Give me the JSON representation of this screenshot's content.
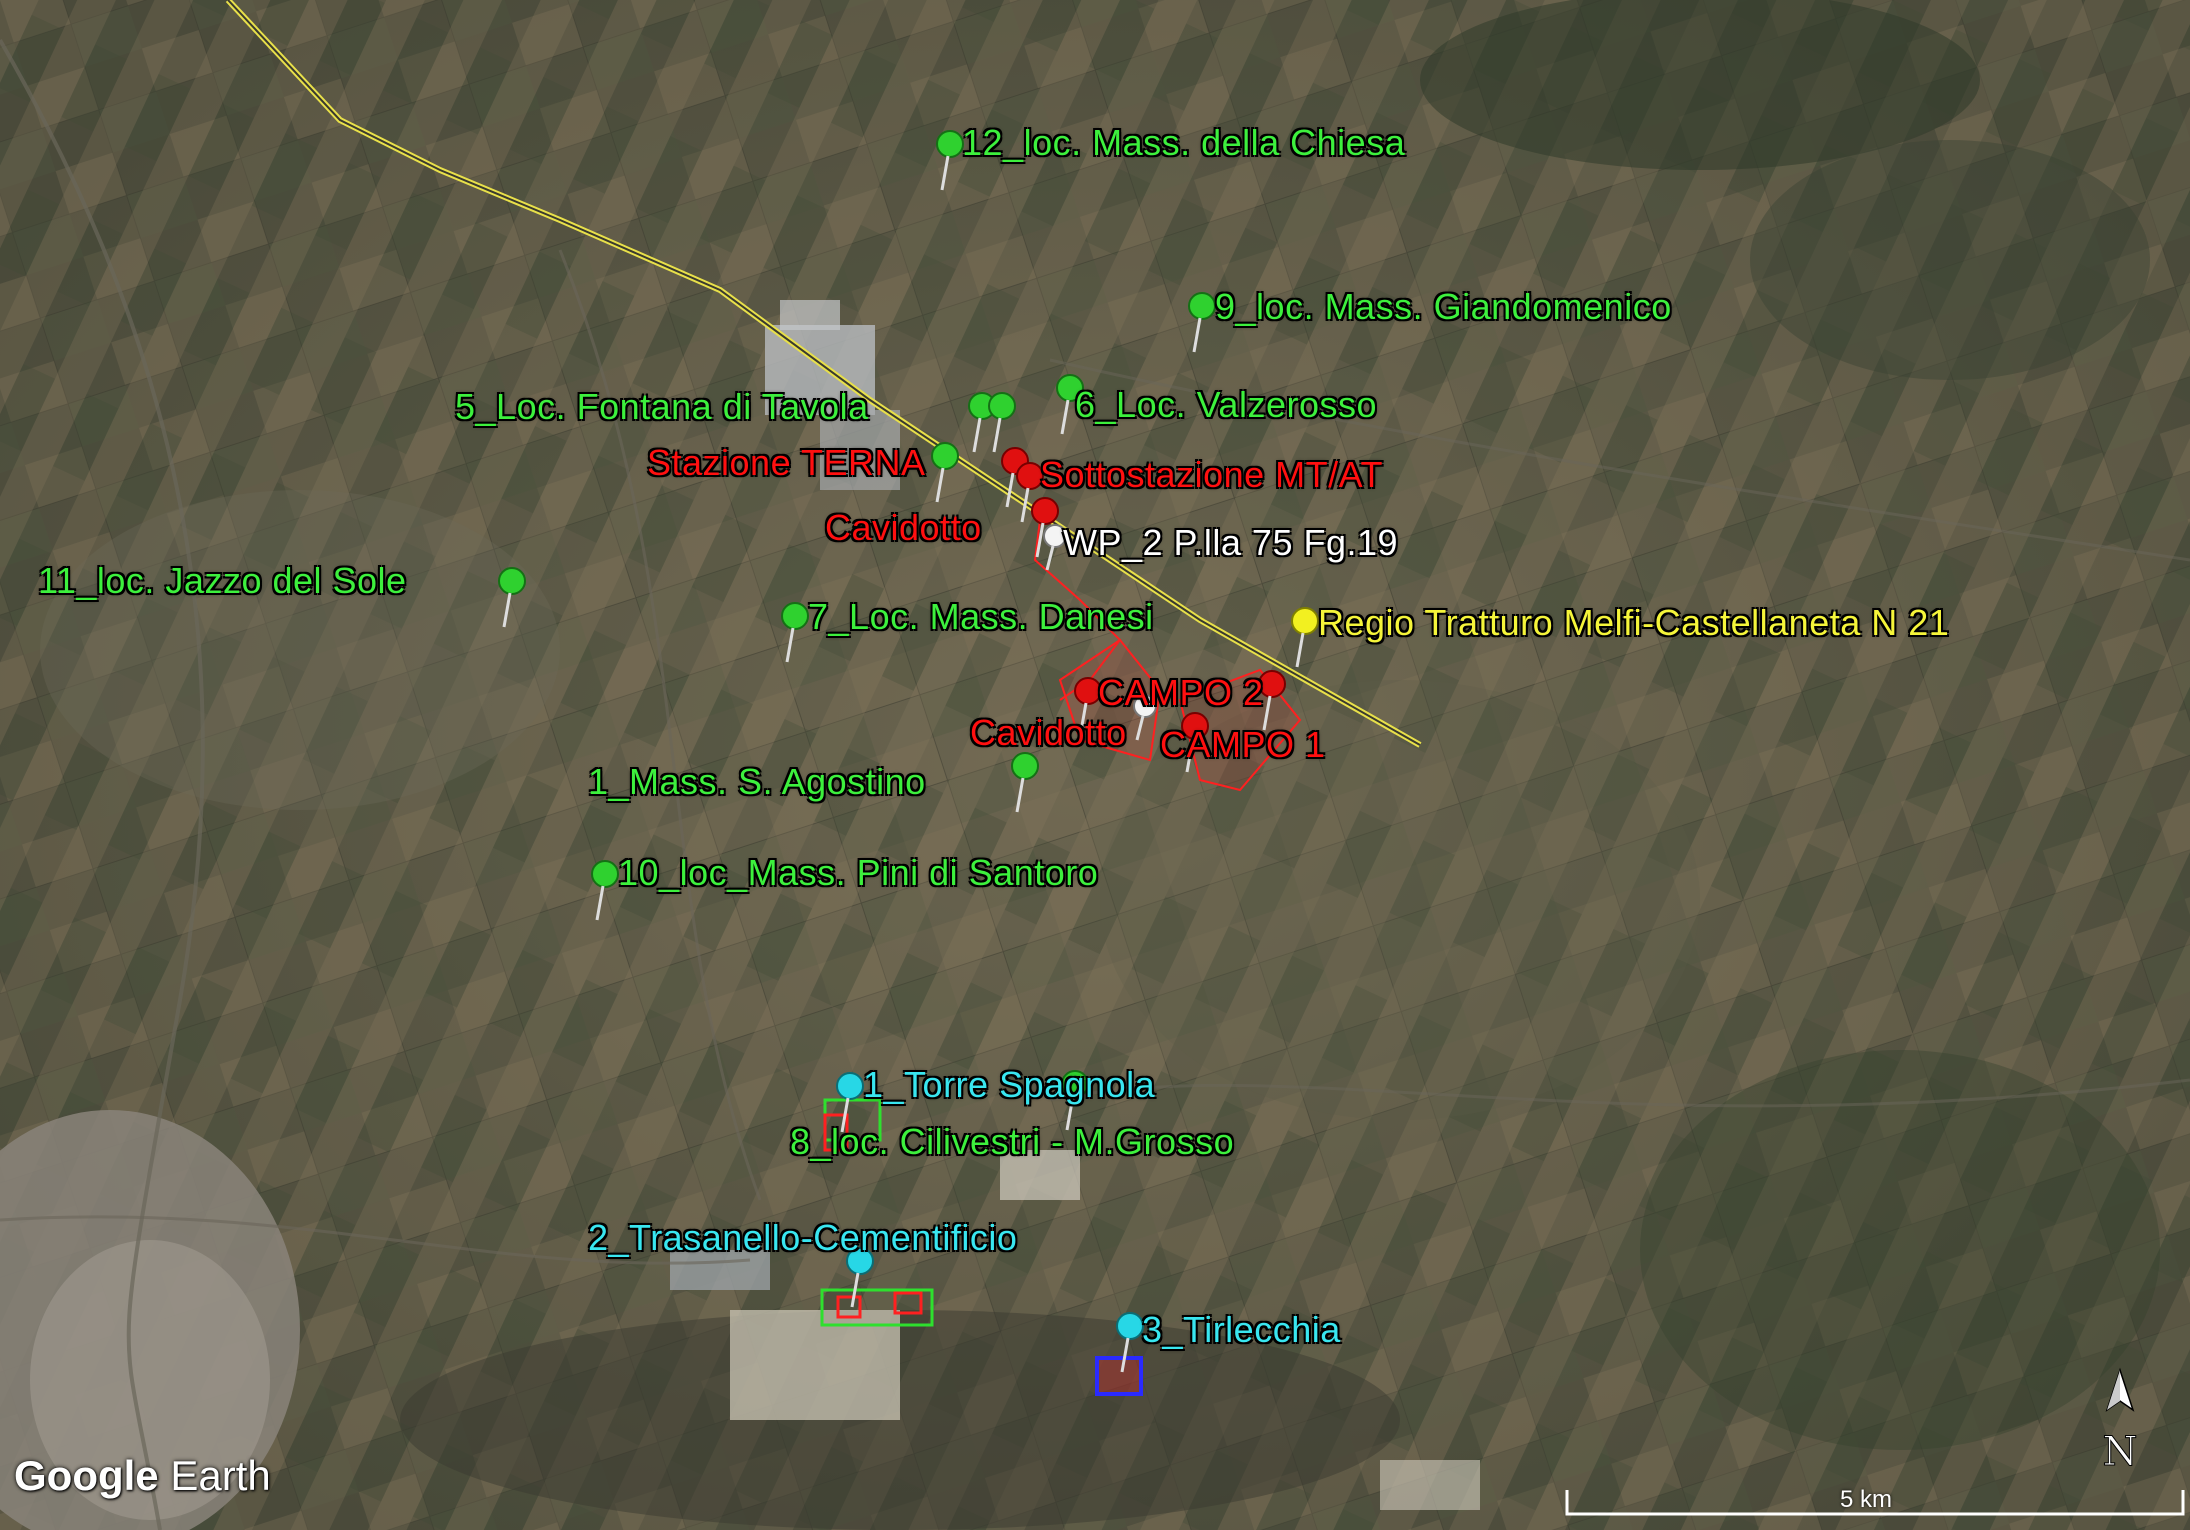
{
  "brand": {
    "name_bold": "Google",
    "name_light": " Earth"
  },
  "scale": {
    "label": "5 km"
  },
  "compass": {
    "label": "N"
  },
  "colors": {
    "green": "#3df03d",
    "red": "#ff1010",
    "cyan": "#39e6f0",
    "yellow": "#f5f53a",
    "white": "#ffffff"
  },
  "labels": {
    "l12": "12_loc. Mass. della Chiesa",
    "l9": "9_loc. Mass. Giandomenico",
    "l5": "5_Loc. Fontana di Tavola",
    "l6": "6_Loc. Valzerosso",
    "terna": "Stazione TERNA",
    "sottostazione": "Sottostazione MT/AT",
    "cavidotto1": "Cavidotto",
    "wp2": "WP_2 P.lla 75 Fg.19",
    "l11": "11_loc. Jazzo del Sole",
    "l7": "7_Loc. Mass. Danesi",
    "tratturo": "Regio Tratturo Melfi-Castellaneta N 21",
    "campo2": "CAMPO 2",
    "cavidotto2": "Cavidotto",
    "campo1": "CAMPO 1",
    "l1mass": "1_Mass. S. Agostino",
    "l10": "10_loc_Mass. Pini di Santoro",
    "torre": "1_Torre Spagnola",
    "l8": "8_loc. Cilivestri - M.Grosso",
    "trasanello": "2_Trasanello-Cementificio",
    "tirlecchia": "3_Tirlecchia"
  }
}
